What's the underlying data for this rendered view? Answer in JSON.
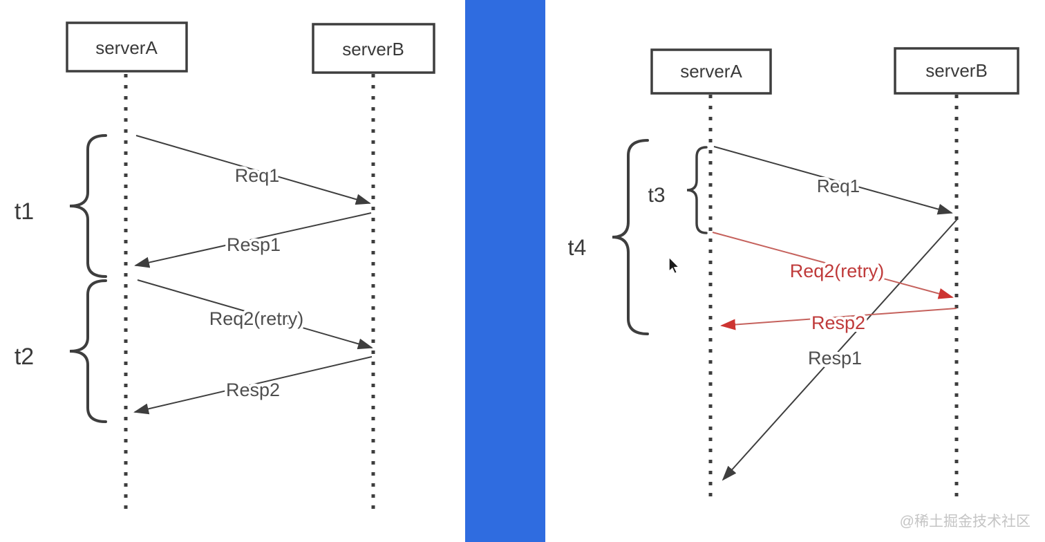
{
  "colors": {
    "background": "#ffffff",
    "line": "#3e3e3e",
    "label": "#4e4e4e",
    "box-text": "#3a3a3a",
    "red": "#bf3a3a",
    "red-line": "#c5615c",
    "red-head": "#cd3431",
    "divider": "#2f6ce0",
    "watermark": "#c4c4c4"
  },
  "watermark": "@稀土掘金技术社区",
  "left_diagram": {
    "participants": [
      {
        "label": "serverA"
      },
      {
        "label": "serverB"
      }
    ],
    "messages": [
      {
        "label": "Req1",
        "from": "serverA",
        "to": "serverB",
        "style": "dark"
      },
      {
        "label": "Resp1",
        "from": "serverB",
        "to": "serverA",
        "style": "dark"
      },
      {
        "label": "Req2(retry)",
        "from": "serverA",
        "to": "serverB",
        "style": "dark"
      },
      {
        "label": "Resp2",
        "from": "serverB",
        "to": "serverA",
        "style": "dark"
      }
    ],
    "time_spans": [
      {
        "label": "t1"
      },
      {
        "label": "t2"
      }
    ]
  },
  "right_diagram": {
    "participants": [
      {
        "label": "serverA"
      },
      {
        "label": "serverB"
      }
    ],
    "messages": [
      {
        "label": "Req1",
        "from": "serverA",
        "to": "serverB",
        "style": "dark"
      },
      {
        "label": "Req2(retry)",
        "from": "serverA",
        "to": "serverB",
        "style": "red"
      },
      {
        "label": "Resp2",
        "from": "serverB",
        "to": "serverA",
        "style": "red"
      },
      {
        "label": "Resp1",
        "from": "serverB",
        "to": "serverA",
        "style": "dark"
      }
    ],
    "time_spans": [
      {
        "label": "t3"
      },
      {
        "label": "t4"
      }
    ]
  }
}
